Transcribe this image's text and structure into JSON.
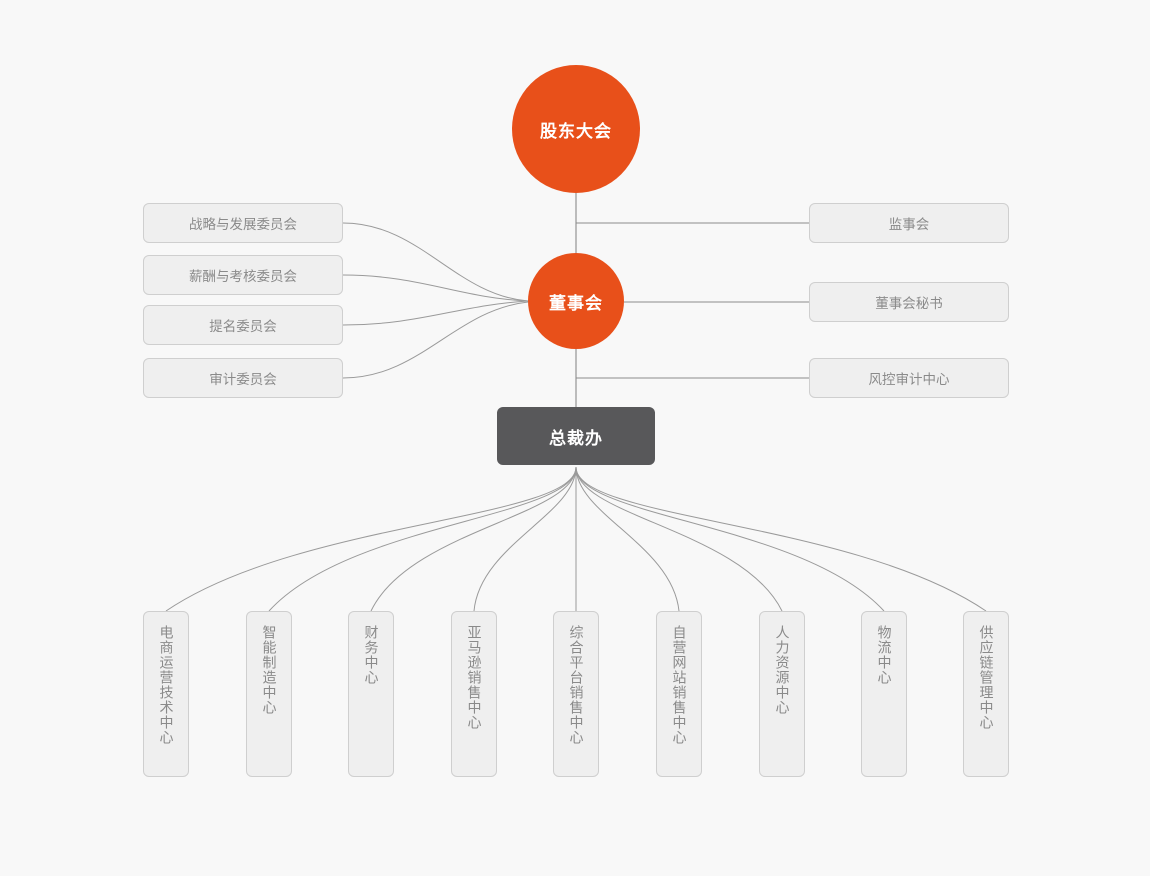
{
  "colors": {
    "background": "#f8f8f8",
    "accent": "#e8501a",
    "dark_node": "#58585a",
    "box_fill": "#efefef",
    "box_border": "#cfcfcf",
    "box_text": "#8a8a8a",
    "edge": "#8c8c8c"
  },
  "nodes": {
    "shareholders_meeting": "股东大会",
    "board_of_directors": "董事会",
    "president_office": "总裁办"
  },
  "left_committees": [
    {
      "label": "战略与发展委员会"
    },
    {
      "label": "薪酬与考核委员会"
    },
    {
      "label": "提名委员会"
    },
    {
      "label": "审计委员会"
    }
  ],
  "right_units": [
    {
      "label": "监事会"
    },
    {
      "label": "董事会秘书"
    },
    {
      "label": "风控审计中心"
    }
  ],
  "departments": [
    {
      "label": "电商运营技术中心"
    },
    {
      "label": "智能制造中心"
    },
    {
      "label": "财务中心"
    },
    {
      "label": "亚马逊销售中心"
    },
    {
      "label": "综合平台销售中心"
    },
    {
      "label": "自营网站销售中心"
    },
    {
      "label": "人力资源中心"
    },
    {
      "label": "物流中心"
    },
    {
      "label": "供应链管理中心"
    }
  ]
}
